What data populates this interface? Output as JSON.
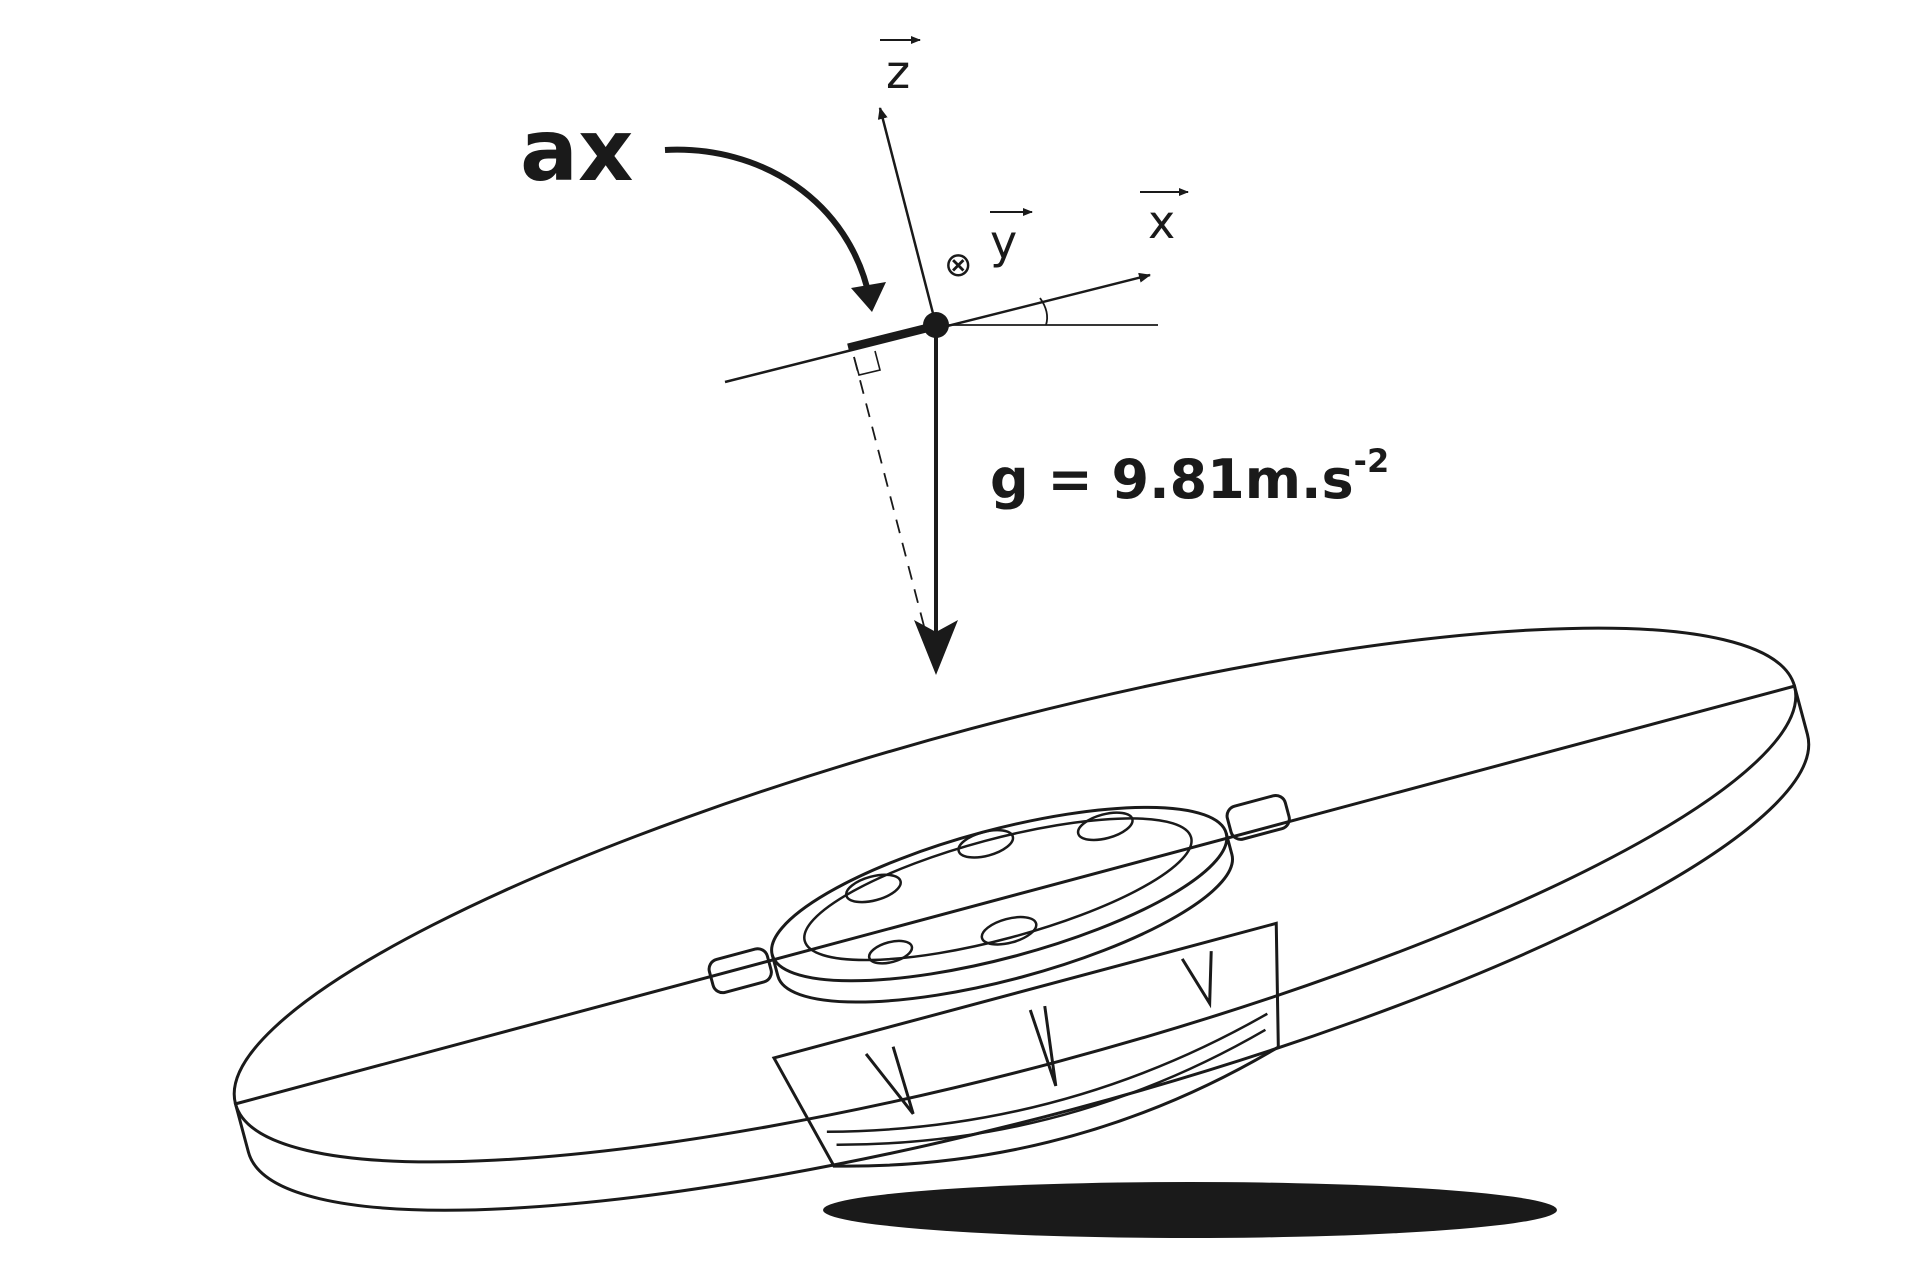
{
  "labels": {
    "acceleration": "ax",
    "axis_z": "z",
    "axis_x": "x",
    "axis_y": "y",
    "gravity_main": "g = 9.81m.s",
    "gravity_exp": "-2",
    "into_page_symbol": "⊗"
  },
  "colors": {
    "ink": "#1a1a1a",
    "background": "#ffffff"
  }
}
